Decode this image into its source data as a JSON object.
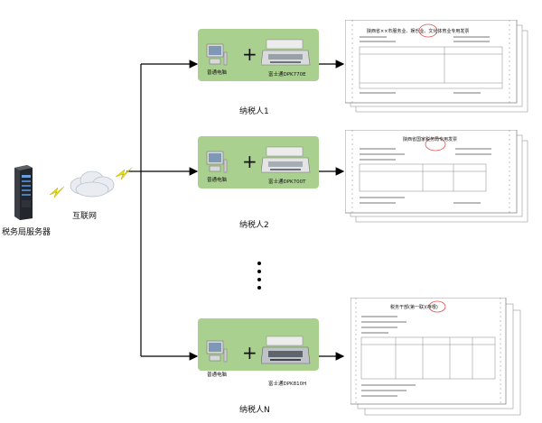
{
  "server": {
    "label": "税务局服务器"
  },
  "internet": {
    "label": "互联网"
  },
  "taxpayers": [
    {
      "label": "纳税人1",
      "pc_label": "普通电脑",
      "printer_label": "富士通DPK770E"
    },
    {
      "label": "纳税人2",
      "pc_label": "普通电脑",
      "printer_label": "富士通DPK700T"
    },
    {
      "label": "纳税人N",
      "pc_label": "普通电脑",
      "printer_label": "富士通DPK810H"
    }
  ],
  "plus_symbol": "+",
  "forms": [
    {
      "title": "陕西省××市服务业、娱乐业、文化体育业专用发票"
    },
    {
      "title": "陕西省国家税务局专用发票"
    },
    {
      "title": "税务干部(第一联)(存根)"
    }
  ],
  "colors": {
    "panel": "#a9d08e",
    "lines": "#000000",
    "stamp": "#d9534f"
  }
}
